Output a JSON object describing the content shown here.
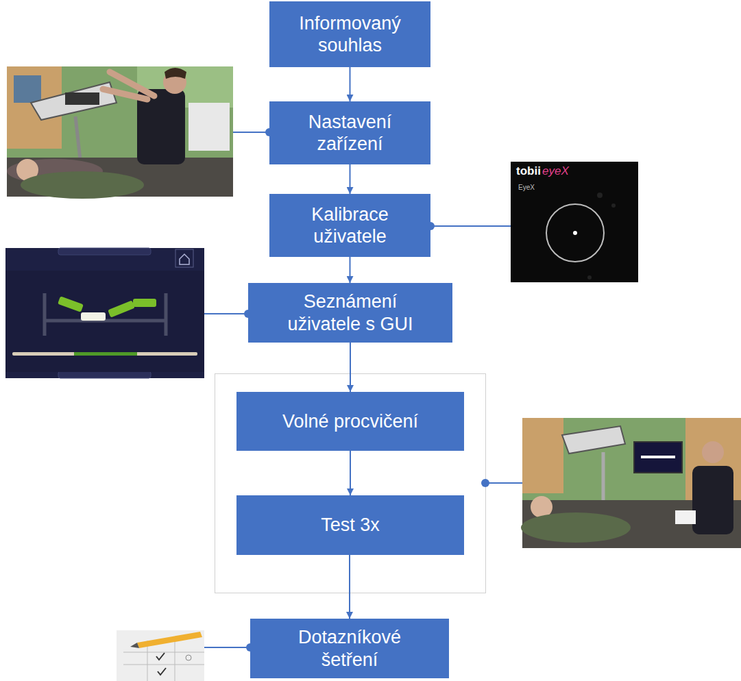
{
  "diagram": {
    "nodes": [
      {
        "text": [
          "Informovaný souhlas"
        ]
      },
      {
        "text": [
          "Nastavení zařízení"
        ]
      },
      {
        "text": [
          "Kalibrace uživatele"
        ]
      },
      {
        "text": [
          "Seznámení uživatele s GUI"
        ]
      },
      {
        "text": [
          "Volné procvičení"
        ]
      },
      {
        "text": [
          "Test 3x"
        ]
      },
      {
        "text": [
          "Dotazníkové šetření"
        ]
      }
    ],
    "edges": [
      {
        "from": 0,
        "to": 1,
        "arrow": "to"
      },
      {
        "from": 1,
        "to": 2,
        "arrow": "to"
      },
      {
        "from": 2,
        "to": 3,
        "arrow": "to"
      },
      {
        "from": 3,
        "to": 4,
        "arrow": "to"
      },
      {
        "from": 4,
        "to": 5,
        "arrow": "to"
      },
      {
        "from": 5,
        "to": 6,
        "arrow": "to"
      }
    ],
    "labels": [
      "tobii",
      "eyeX",
      "EyeX"
    ]
  }
}
